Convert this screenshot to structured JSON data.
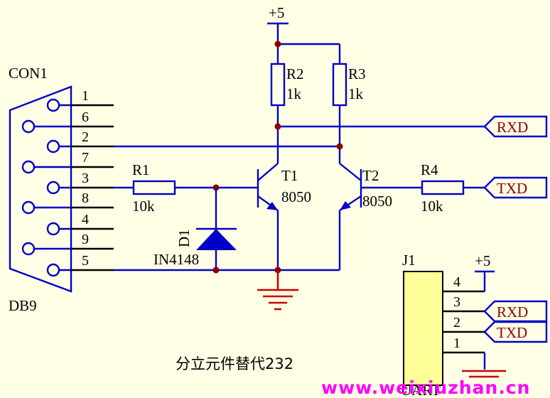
{
  "connector": {
    "ref": "CON1",
    "type": "DB9",
    "pins": [
      "1",
      "6",
      "2",
      "7",
      "3",
      "8",
      "4",
      "9",
      "5"
    ]
  },
  "power": {
    "top_label": "+5",
    "j1_label": "+5"
  },
  "resistors": {
    "r1": {
      "ref": "R1",
      "value": "10k"
    },
    "r2": {
      "ref": "R2",
      "value": "1k"
    },
    "r3": {
      "ref": "R3",
      "value": "1k"
    },
    "r4": {
      "ref": "R4",
      "value": "10k"
    }
  },
  "transistors": {
    "t1": {
      "ref": "T1",
      "value": "8050"
    },
    "t2": {
      "ref": "T2",
      "value": "8050"
    }
  },
  "diode": {
    "ref": "D1",
    "value": "IN4148"
  },
  "nets": {
    "rxd": "RXD",
    "txd": "TXD",
    "j1_rxd": "RXD",
    "j1_txd": "TXD"
  },
  "header": {
    "ref": "J1",
    "name": "UART",
    "pins": [
      "4",
      "3",
      "2",
      "1"
    ]
  },
  "caption": "分立元件替代232",
  "watermark": "www.weixiuzhan.cn",
  "colors": {
    "background": "#ffffe6",
    "wire": "#0000c8",
    "ground": "#cc0000",
    "junction": "#8b0000",
    "net_label_fill": "#ffff80",
    "header_fill": "#ffff99",
    "watermark": "#ff00ff"
  }
}
